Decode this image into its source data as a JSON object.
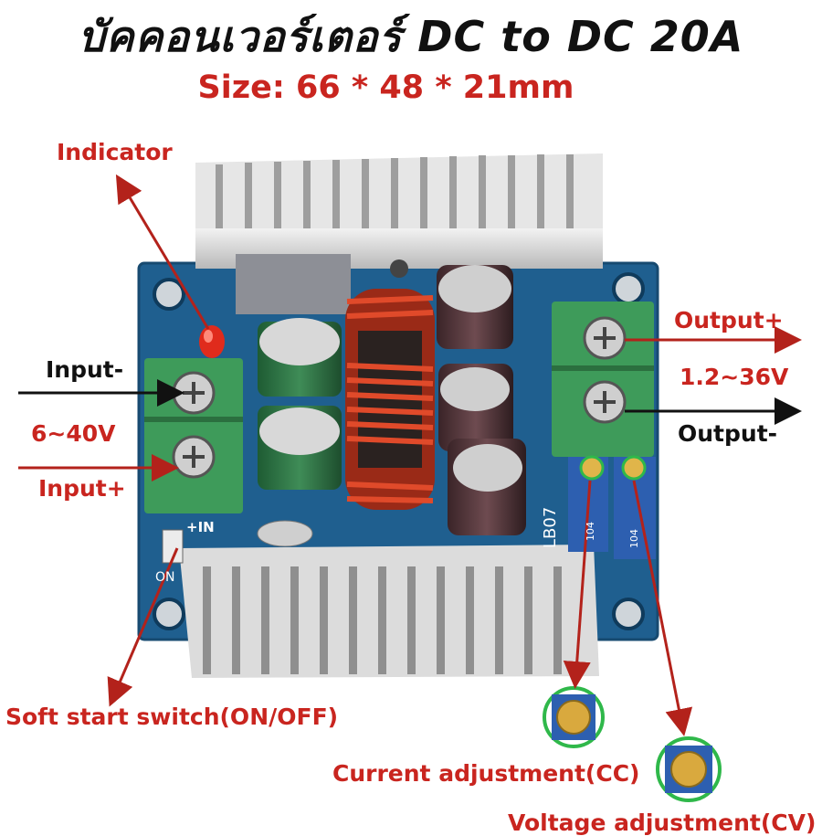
{
  "header": {
    "title": "บัคคอนเวอร์เตอร์ DC to DC 20A",
    "size": "Size: 66 * 48 * 21mm"
  },
  "labels": {
    "indicator": "Indicator",
    "input_minus": "Input-",
    "input_voltage": "6~40V",
    "input_plus": "Input+",
    "output_plus": "Output+",
    "output_voltage": "1.2~36V",
    "output_minus": "Output-",
    "soft_start": "Soft start switch(ON/OFF)",
    "current_adjust": "Current adjustment(CC)",
    "voltage_adjust_partial": "Voltage adjustment(CV)"
  },
  "board_text": {
    "in_mark": "+IN",
    "on_mark": "ON",
    "model": "LB07",
    "pot_code": "104"
  },
  "colors": {
    "title": "#111111",
    "accent": "#c9251f",
    "board": "#1f5f8f",
    "terminal": "#3e9b5a",
    "heatsink": "#d8d8d8",
    "coil": "#c0391c",
    "highlight": "#2fb84a"
  }
}
